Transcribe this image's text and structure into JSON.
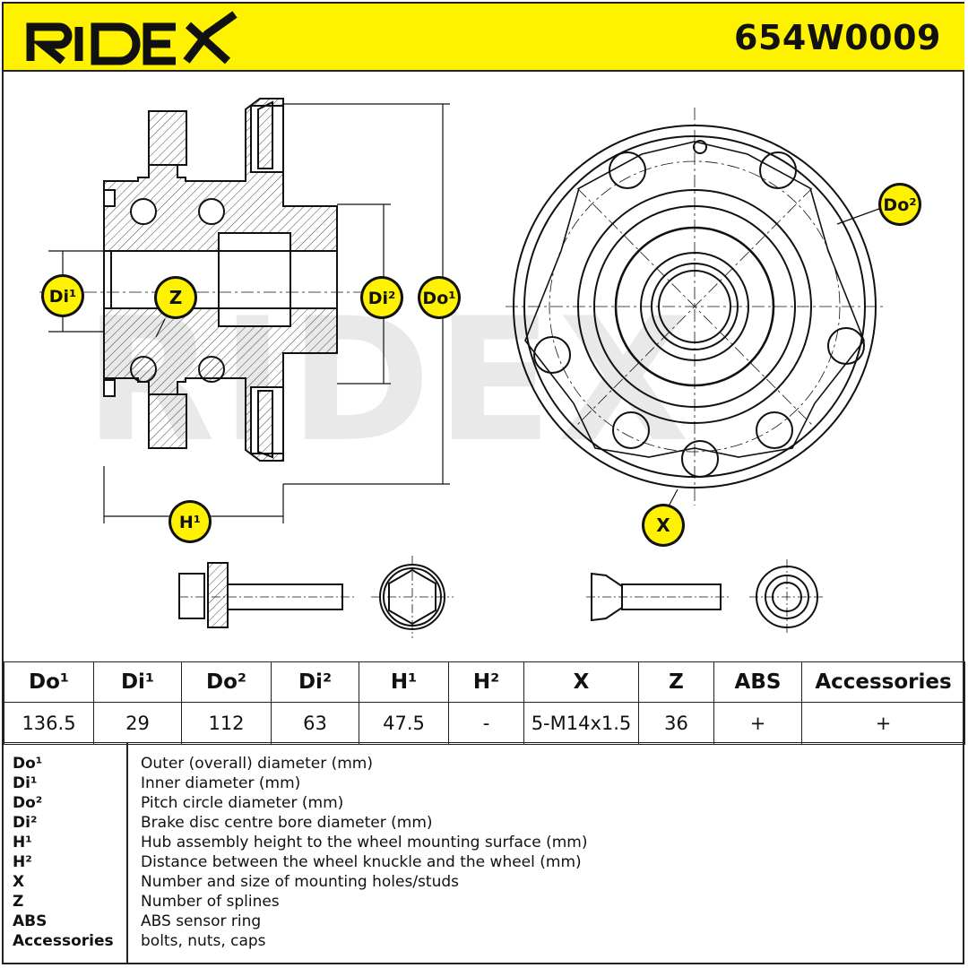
{
  "brand": {
    "name": "RIDEX",
    "part_number": "654W0009",
    "accent_color": "#fff200"
  },
  "watermark": "RIDEX",
  "diagram_labels": {
    "do1": "Do¹",
    "di1": "Di¹",
    "do2": "Do²",
    "di2": "Di²",
    "h1": "H¹",
    "x": "X",
    "z": "Z"
  },
  "table": {
    "headers": [
      "Do¹",
      "Di¹",
      "Do²",
      "Di²",
      "H¹",
      "H²",
      "X",
      "Z",
      "ABS",
      "Accessories"
    ],
    "values": [
      "136.5",
      "29",
      "112",
      "63",
      "47.5",
      "-",
      "5-M14x1.5",
      "36",
      "+",
      "+"
    ]
  },
  "legend": [
    {
      "key": "Do¹",
      "desc": "Outer (overall) diameter (mm)"
    },
    {
      "key": "Di¹",
      "desc": "Inner diameter (mm)"
    },
    {
      "key": "Do²",
      "desc": "Pitch circle diameter (mm)"
    },
    {
      "key": "Di²",
      "desc": "Brake disc centre bore diameter (mm)"
    },
    {
      "key": "H¹",
      "desc": "Hub assembly height to the wheel mounting surface (mm)"
    },
    {
      "key": "H²",
      "desc": "Distance between the wheel knuckle and the wheel (mm)"
    },
    {
      "key": "X",
      "desc": "Number and size of mounting holes/studs"
    },
    {
      "key": "Z",
      "desc": "Number of splines"
    },
    {
      "key": "ABS",
      "desc": "ABS sensor ring"
    },
    {
      "key": "Accessories",
      "desc": "bolts, nuts, caps"
    }
  ]
}
